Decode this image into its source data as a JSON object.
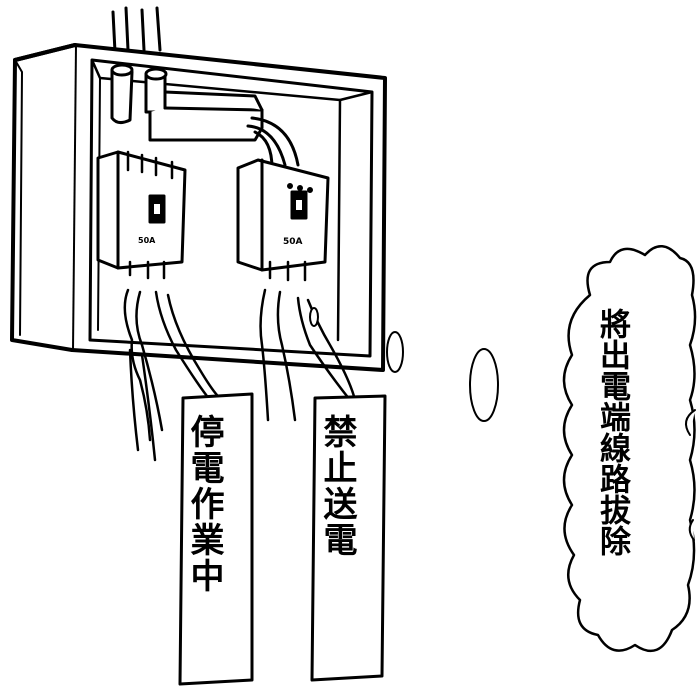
{
  "tags": {
    "left_tag": "停電作業中",
    "right_tag": "禁止送電"
  },
  "thought_bubble": {
    "text": "將出電端線路拔除"
  },
  "breakers": {
    "left_label": "50A",
    "right_label": "50A"
  }
}
